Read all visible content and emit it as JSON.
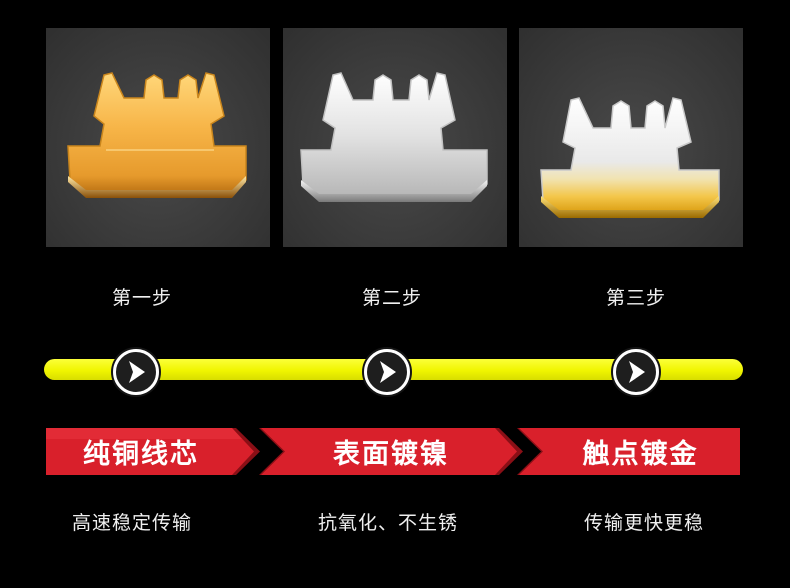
{
  "steps": [
    {
      "label": "第一步",
      "title": "纯铜线芯",
      "desc": "高速稳定传输",
      "finish": "copper"
    },
    {
      "label": "第二步",
      "title": "表面镀镍",
      "desc": "抗氧化、不生锈",
      "finish": "nickel"
    },
    {
      "label": "第三步",
      "title": "触点镀金",
      "desc": "传输更快更稳",
      "finish": "gold-tip"
    }
  ],
  "colors": {
    "background": "#000000",
    "panel": "#3b3b3b",
    "progress_track": "#f0f500",
    "banner": "#d9202b",
    "banner_shadow": "#8a0f16",
    "node_ring": "#ffffff"
  },
  "icons": {
    "node": "chevron-right-icon"
  }
}
